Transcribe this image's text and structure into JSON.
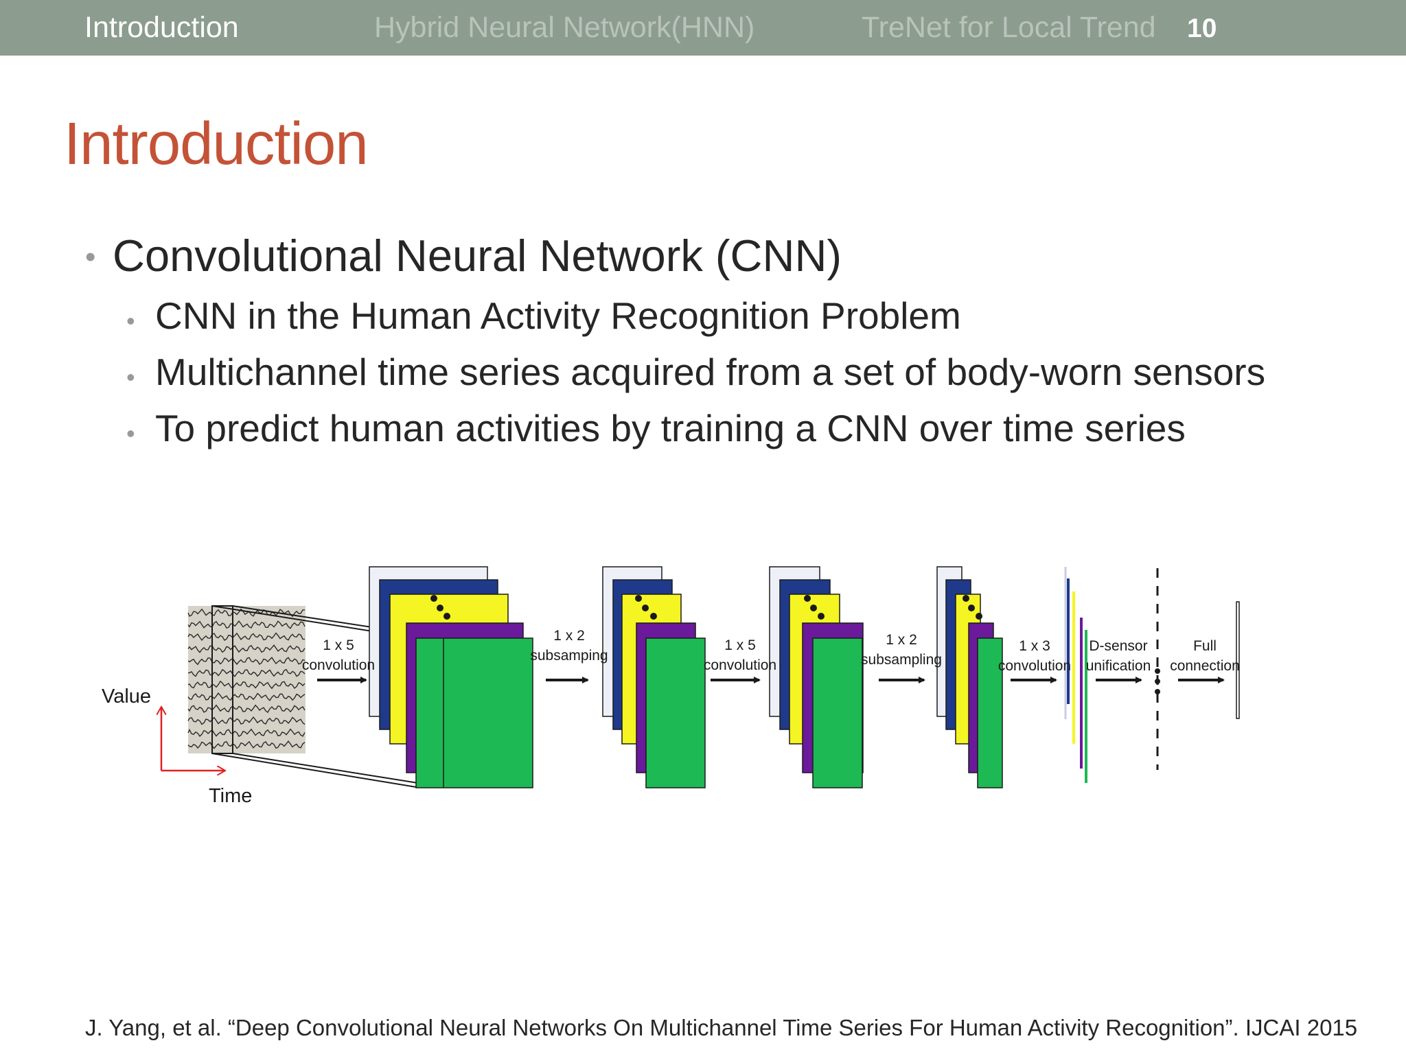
{
  "nav": {
    "items": [
      {
        "label": "Introduction",
        "active": true
      },
      {
        "label": "Hybrid Neural Network(HNN)",
        "active": false
      },
      {
        "label": "TreNet for Local Trend",
        "active": false
      }
    ],
    "page_number": "10"
  },
  "slide": {
    "title": "Introduction",
    "bullets": {
      "main": "Convolutional Neural Network (CNN)",
      "subs": [
        "CNN in the Human Activity Recognition Problem",
        "Multichannel time series acquired from a set of body-worn sensors",
        "To predict human activities by training a CNN over time series"
      ]
    }
  },
  "diagram": {
    "axis_value_label": "Value",
    "axis_time_label": "Time",
    "steps": [
      {
        "line1": "1 x 5",
        "line2": "convolution"
      },
      {
        "line1": "1 x 2",
        "line2": "subsamping"
      },
      {
        "line1": "1 x 5",
        "line2": "convolution"
      },
      {
        "line1": "1 x 2",
        "line2": "subsampling"
      },
      {
        "line1": "1 x 3",
        "line2": "convolution"
      },
      {
        "line1": "D-sensor",
        "line2": "unification"
      },
      {
        "line1": "Full",
        "line2": "connection"
      }
    ],
    "colors": {
      "feature_white": "#eef0f8",
      "feature_blue": "#1f3a8a",
      "feature_yellow": "#f5f523",
      "feature_purple": "#6a1a9a",
      "feature_green": "#1db954",
      "axis_arrow": "#e02020",
      "signal_bg": "#d6d2c8"
    }
  },
  "citation": "J. Yang, et al. “Deep Convolutional Neural Networks On Multichannel Time Series For Human Activity Recognition”. IJCAI 2015"
}
